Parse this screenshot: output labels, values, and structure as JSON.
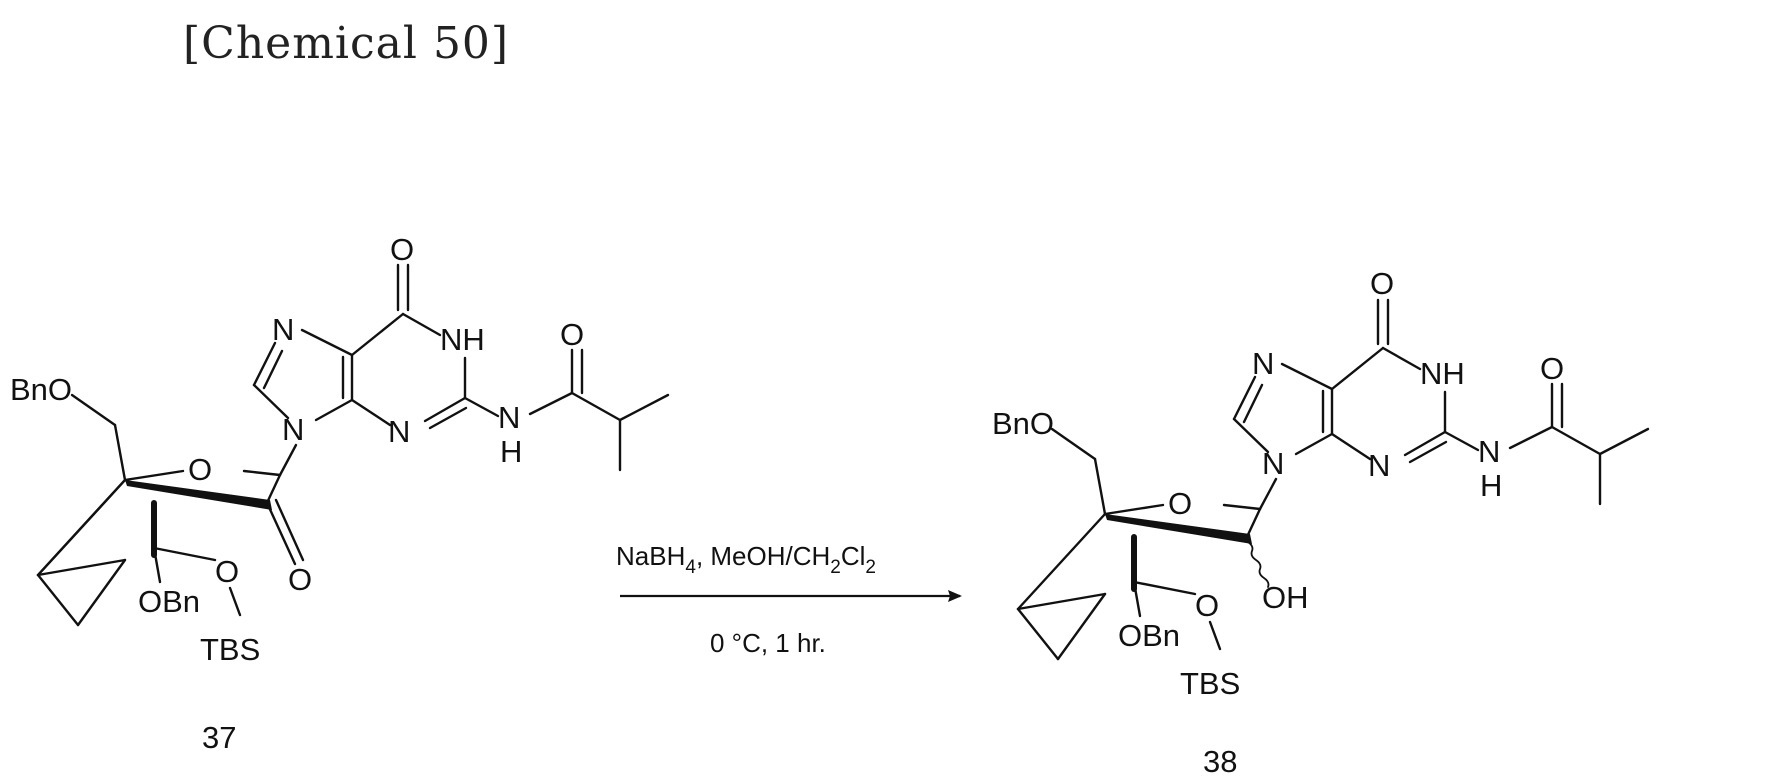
{
  "heading": "[Chemical 50]",
  "atoms": {
    "O": "O",
    "N": "N",
    "NH": "NH",
    "H": "H",
    "OH": "OH",
    "BnO": "BnO",
    "OBn": "OBn",
    "TBS": "TBS"
  },
  "reaction": {
    "reagent_parts": [
      "NaBH",
      "4",
      ", MeOH/CH",
      "2",
      "Cl",
      "2"
    ],
    "conditions": "0 °C, 1 hr."
  },
  "compounds": {
    "starting_material": "37",
    "product": "38"
  }
}
